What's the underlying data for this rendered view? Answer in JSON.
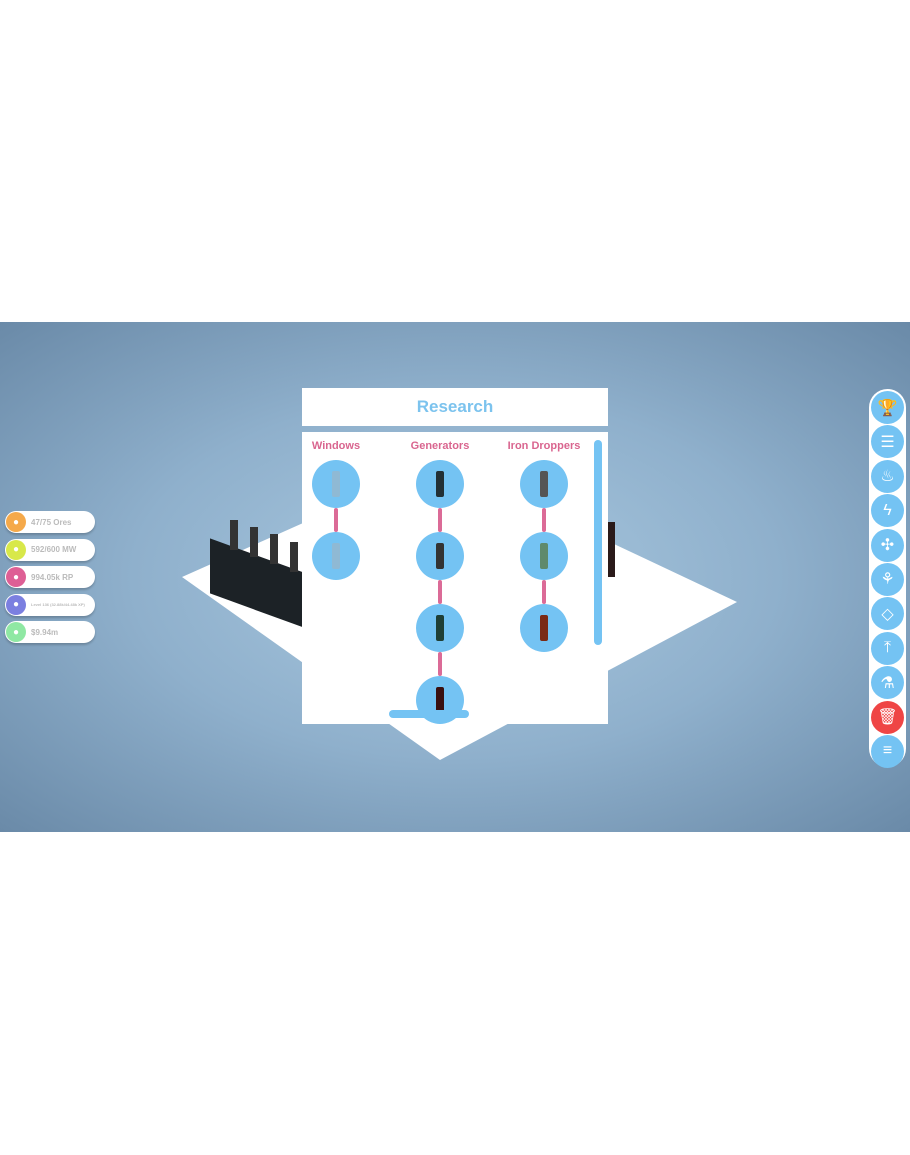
{
  "stats": [
    {
      "label": "47/75 Ores",
      "icon": "ore-icon",
      "color": "#f5a94a"
    },
    {
      "label": "592/600 MW",
      "icon": "lightning-icon",
      "color": "#d8e84a"
    },
    {
      "label": "994.05k RP",
      "icon": "flask-icon",
      "color": "#de5f95"
    },
    {
      "label": "Level 136 (32.88k/44.48k XP)",
      "icon": "level-badge-icon",
      "color": "#7b7fe0"
    },
    {
      "label": "$9.94m",
      "icon": "dollar-icon",
      "color": "#8fe8a3"
    }
  ],
  "research": {
    "title": "Research",
    "columns": [
      {
        "title": "Windows",
        "nodes": [
          "#8fb9d4",
          "#8fb9d4"
        ]
      },
      {
        "title": "Generators",
        "nodes": [
          "#223035",
          "#333",
          "#1f3f35",
          "#3a1010"
        ]
      },
      {
        "title": "Iron Droppers",
        "nodes": [
          "#555",
          "#5f8a6c",
          "#7a2a15"
        ]
      }
    ]
  },
  "sidebar": [
    {
      "icon": "trophy-icon",
      "glyph": "🏆"
    },
    {
      "icon": "conveyor-icon",
      "glyph": "☰"
    },
    {
      "icon": "fire-icon",
      "glyph": "♨"
    },
    {
      "icon": "lightning-icon",
      "glyph": "ϟ"
    },
    {
      "icon": "puzzle-icon",
      "glyph": "✣"
    },
    {
      "icon": "plant-icon",
      "glyph": "⚘"
    },
    {
      "icon": "diamond-icon",
      "glyph": "◇"
    },
    {
      "icon": "upload-icon",
      "glyph": "⤒"
    },
    {
      "icon": "flask-icon",
      "glyph": "⚗"
    },
    {
      "icon": "trash-icon",
      "glyph": "🗑"
    },
    {
      "icon": "menu-icon",
      "glyph": "≡"
    }
  ]
}
